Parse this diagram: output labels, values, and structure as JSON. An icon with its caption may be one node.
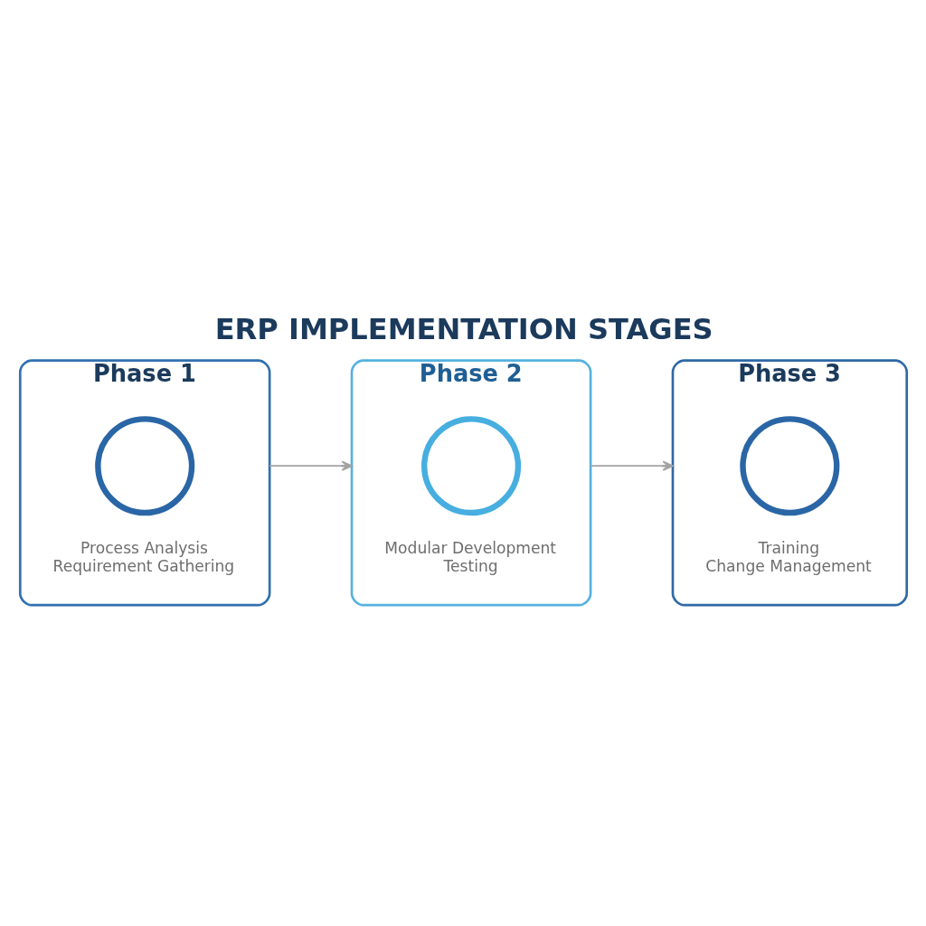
{
  "diagram": {
    "title": "ERP IMPLEMENTATION STAGES",
    "nodes": [
      {
        "text": [
          "Phase 1",
          "Process Analysis",
          "Requirement Gathering"
        ]
      },
      {
        "text": [],
        "shape": "circle",
        "in": 0
      },
      {
        "text": [
          "Phase 2",
          "Modular Development",
          "Testing"
        ]
      },
      {
        "text": [],
        "shape": "circle",
        "in": 2
      },
      {
        "text": [
          "Phase 3",
          "Training",
          "Change Management"
        ]
      },
      {
        "text": [],
        "shape": "circle",
        "in": 4
      }
    ],
    "edges": [
      {
        "from": 0,
        "to": 2,
        "arrow": "to"
      },
      {
        "from": 2,
        "to": 4,
        "arrow": "to"
      }
    ]
  }
}
